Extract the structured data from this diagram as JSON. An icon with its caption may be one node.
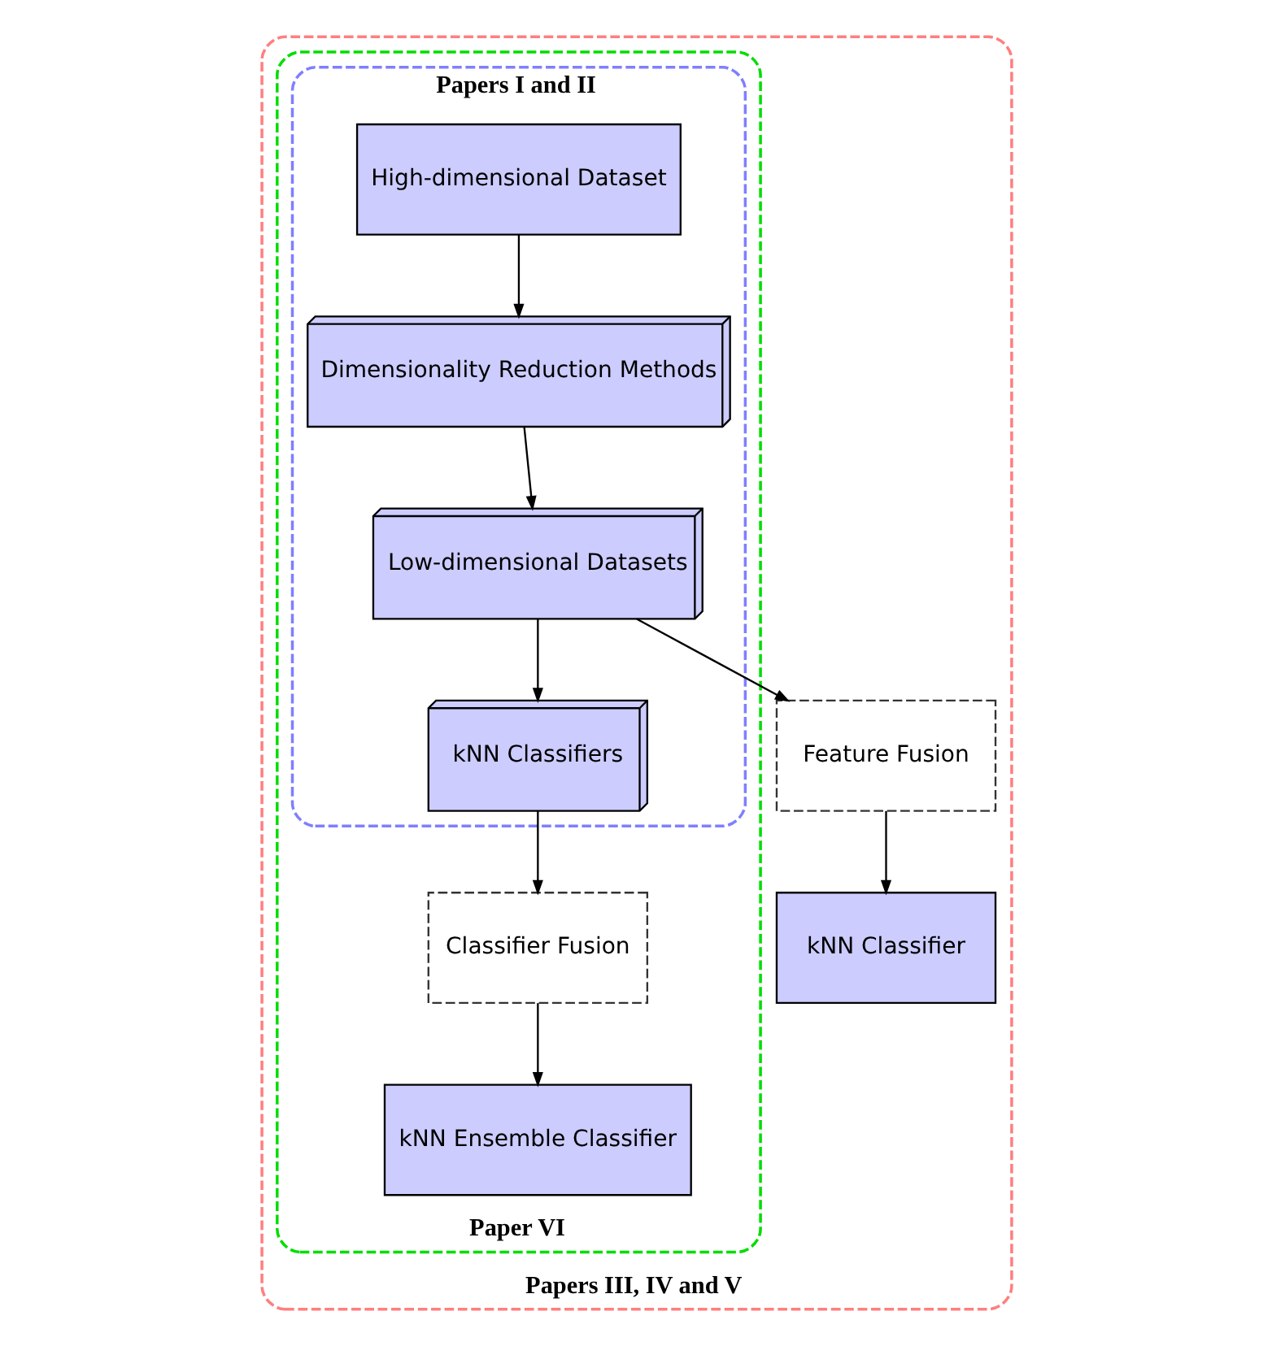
{
  "diagram": {
    "nodes": [
      {
        "text": [
          "Papers III, IV and V"
        ]
      },
      {
        "text": [
          "Paper VI"
        ],
        "in": 0
      },
      {
        "text": [
          "Papers I and II"
        ],
        "in": 1
      },
      {
        "text": [
          "High-dimensional Dataset"
        ],
        "in": 2
      },
      {
        "text": [
          "Dimensionality Reduction Methods"
        ],
        "in": 2
      },
      {
        "text": [
          "Low-dimensional Datasets"
        ],
        "in": 2
      },
      {
        "text": [
          "kNN Classifiers"
        ],
        "in": 2
      },
      {
        "text": [
          "Feature Fusion"
        ],
        "in": 0
      },
      {
        "text": [
          "kNN Classifier"
        ],
        "in": 0
      },
      {
        "text": [
          "Classifier Fusion"
        ],
        "in": 1
      },
      {
        "text": [
          "kNN Ensemble Classifier"
        ],
        "in": 1
      }
    ],
    "edges": [
      {
        "from": 3,
        "to": 4,
        "arrow": "to"
      },
      {
        "from": 4,
        "to": 5,
        "arrow": "to"
      },
      {
        "from": 5,
        "to": 6,
        "arrow": "to"
      },
      {
        "from": 5,
        "to": 7,
        "arrow": "to"
      },
      {
        "from": 7,
        "to": 8,
        "arrow": "to"
      },
      {
        "from": 6,
        "to": 9,
        "arrow": "to"
      },
      {
        "from": 9,
        "to": 10,
        "arrow": "to"
      }
    ]
  }
}
